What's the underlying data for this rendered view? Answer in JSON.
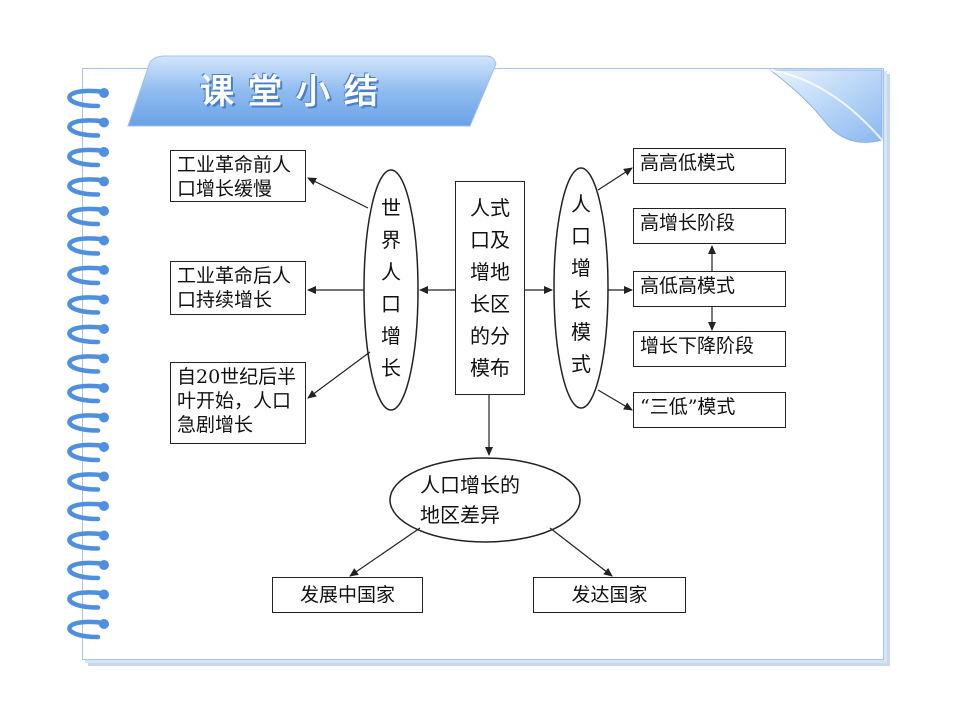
{
  "title": "课堂小结",
  "center": {
    "label": "人式\n口及\n增地\n长区\n的分\n模布"
  },
  "left": {
    "ellipse_label": "世\n界\n人\n口\n增\n长",
    "items": [
      "工业革命前人\n口增长缓慢",
      "工业革命后人\n口持续增长",
      "自20世纪后半\n叶开始，人口\n急剧增长"
    ]
  },
  "right": {
    "ellipse_label": "人\n口\n增\n长\n模\n式",
    "items": [
      "高高低模式",
      "高增长阶段",
      "高低高模式",
      "增长下降阶段",
      "“三低”模式"
    ]
  },
  "bottom": {
    "ellipse_label": "人口增长的\n地区差异",
    "items": [
      "发展中国家",
      "发达国家"
    ]
  },
  "colors": {
    "tab": "#7fb0ea",
    "tab_light": "#bcd8f6",
    "ring": "#4f8fe0",
    "line": "#222222"
  }
}
